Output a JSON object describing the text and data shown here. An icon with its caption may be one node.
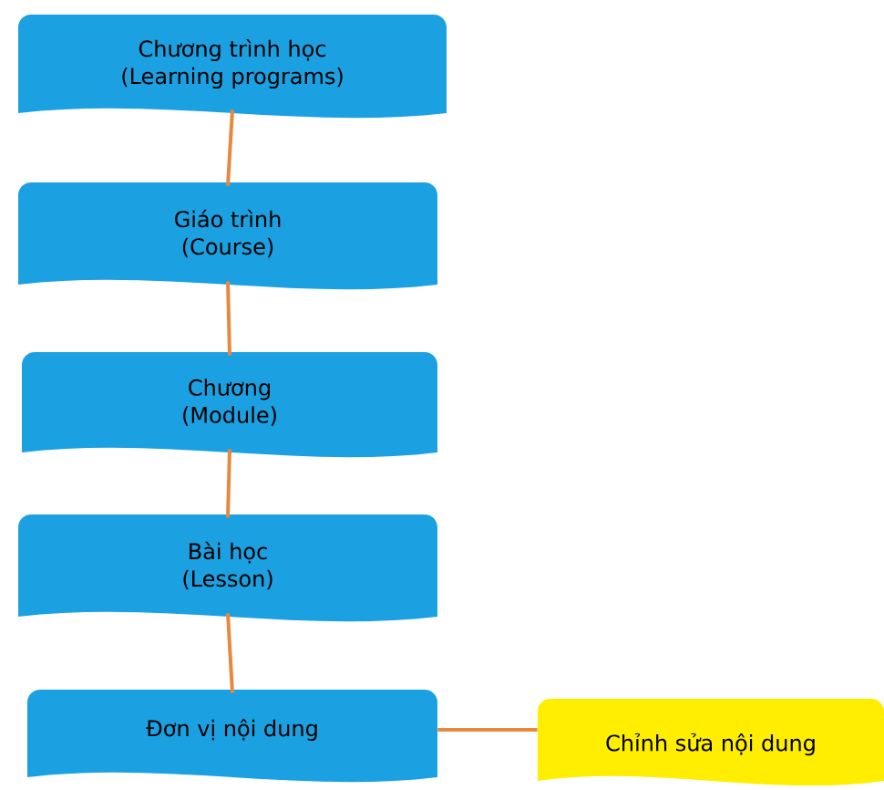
{
  "diagram": {
    "nodes": [
      {
        "text": [
          "Chương trình học (Learning programs)"
        ]
      },
      {
        "text": [
          "Giáo trình (Course)"
        ]
      },
      {
        "text": [
          "Chương (Module)"
        ]
      },
      {
        "text": [
          "Bài học (Lesson)"
        ]
      },
      {
        "text": [
          "Đơn vị nội dung"
        ]
      },
      {
        "text": [
          "Chỉnh sửa nội dung"
        ]
      }
    ],
    "edges": [
      {
        "from": 0,
        "to": 1,
        "arrow": "none"
      },
      {
        "from": 1,
        "to": 2,
        "arrow": "none"
      },
      {
        "from": 2,
        "to": 3,
        "arrow": "none"
      },
      {
        "from": 3,
        "to": 4,
        "arrow": "none"
      },
      {
        "from": 4,
        "to": 5,
        "arrow": "none"
      }
    ]
  }
}
